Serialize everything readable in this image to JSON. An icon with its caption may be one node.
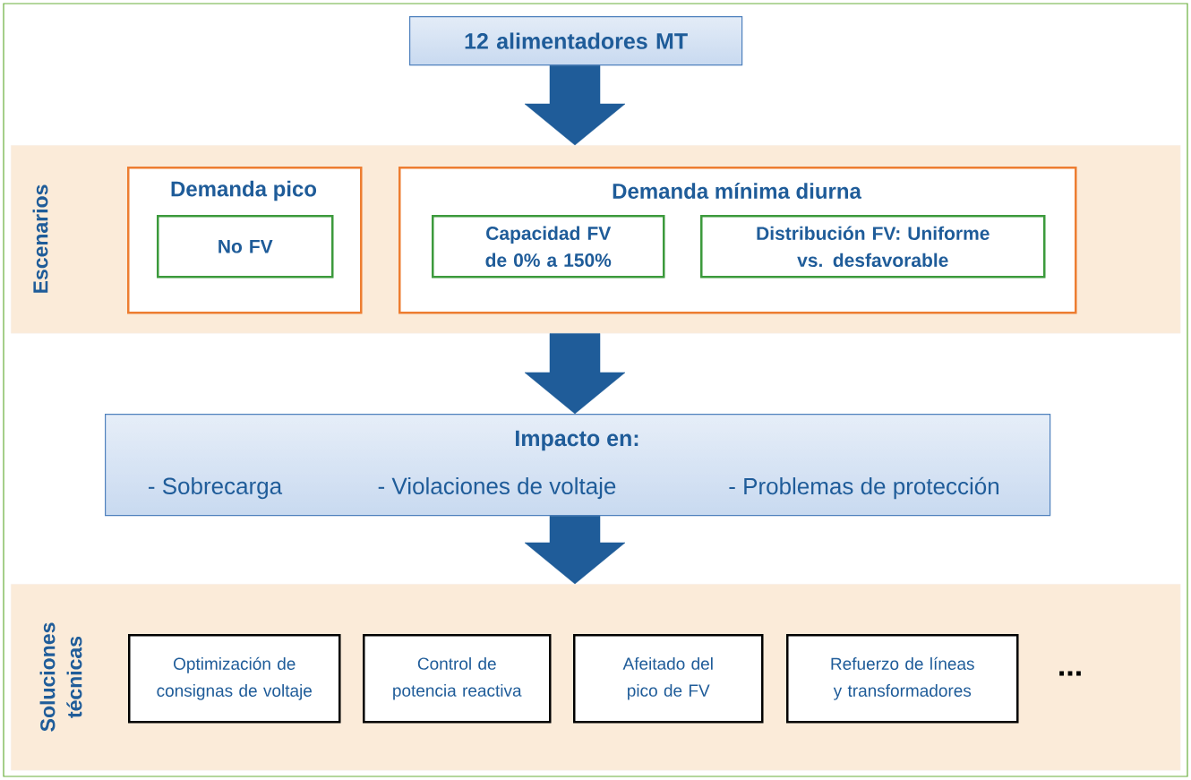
{
  "diagram": {
    "nodes": [
      {
        "text": [
          "12 alimentadores MT"
        ]
      },
      {
        "text": [
          "Escenarios"
        ]
      },
      {
        "text": [
          "Demanda pico"
        ],
        "in": 1
      },
      {
        "text": [
          "No FV"
        ],
        "in": 2
      },
      {
        "text": [
          "Demanda mínima diurna"
        ],
        "in": 1
      },
      {
        "text": [
          "Capacidad FV de 0% a 150%"
        ],
        "in": 4
      },
      {
        "text": [
          "Distribución FV: Uniforme vs. desfavorable"
        ],
        "in": 4
      },
      {
        "text": [
          "Impacto en:",
          "- Sobrecarga",
          "- Violaciones de voltaje",
          "- Problemas de protección"
        ]
      },
      {
        "text": [
          "Soluciones técnicas"
        ]
      },
      {
        "text": [
          "Optimización de consignas de voltaje"
        ],
        "in": 8
      },
      {
        "text": [
          "Control de potencia reactiva"
        ],
        "in": 8
      },
      {
        "text": [
          "Afeitado del pico de FV"
        ],
        "in": 8
      },
      {
        "text": [
          "Refuerzo de líneas y transformadores"
        ],
        "in": 8
      }
    ],
    "edges": [
      {
        "from": 0,
        "to": 1,
        "arrow": "to"
      },
      {
        "from": 1,
        "to": 7,
        "arrow": "to"
      },
      {
        "from": 7,
        "to": 8,
        "arrow": "to"
      }
    ],
    "labels": [
      "..."
    ]
  }
}
